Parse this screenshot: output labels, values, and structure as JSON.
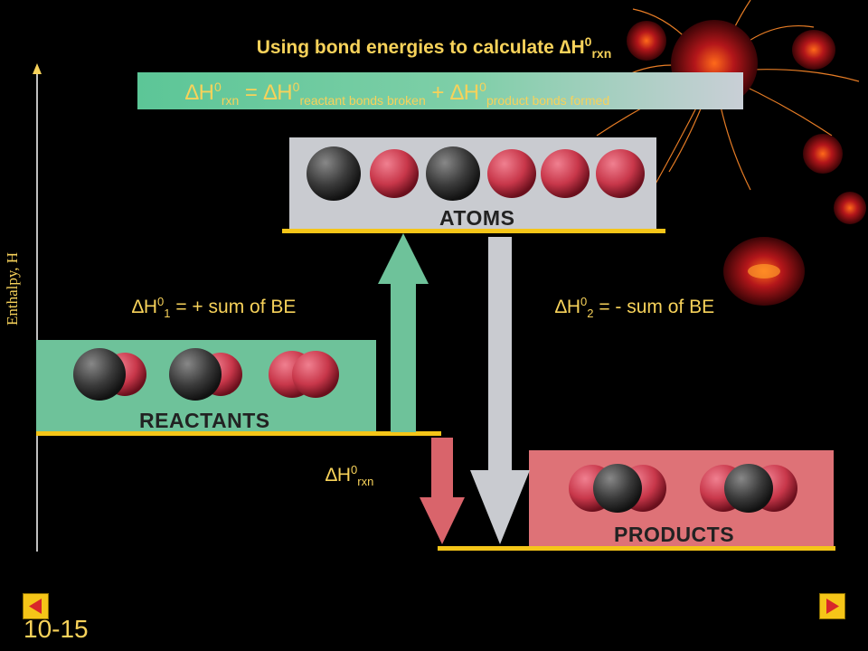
{
  "title": {
    "prefix": "Using bond energies to calculate ",
    "delta": "∆H",
    "sup": "0",
    "sub": "rxn"
  },
  "equation": {
    "lhs": "∆H",
    "lhs_sup": "0",
    "lhs_sub": "rxn",
    "eq": " = ",
    "t1": "∆H",
    "t1_sup": "0",
    "t1_sub": "reactant bonds broken",
    "plus": " + ",
    "t2": "∆H",
    "t2_sup": "0",
    "t2_sub": "product bonds formed"
  },
  "axis_label": "Enthalpy, H",
  "levels": {
    "atoms": "ATOMS",
    "reactants": "REACTANTS",
    "products": "PRODUCTS"
  },
  "dh1": {
    "d": "∆H",
    "sup": "0",
    "sub": "1",
    "rest": " = + sum of BE"
  },
  "dh2": {
    "d": "∆H",
    "sup": "0",
    "sub": "2",
    "rest": " = - sum of BE"
  },
  "dhrxn": {
    "d": "∆H",
    "sup": "0",
    "sub": "rxn"
  },
  "slide_number": "10-15",
  "colors": {
    "carbon": "#3a3a3a",
    "oxygen": "#c8374a",
    "line": "#f5c518",
    "text": "#f7d25a"
  },
  "icons": [
    "flower-decoration-icon",
    "prev-arrow-icon",
    "next-arrow-icon"
  ]
}
